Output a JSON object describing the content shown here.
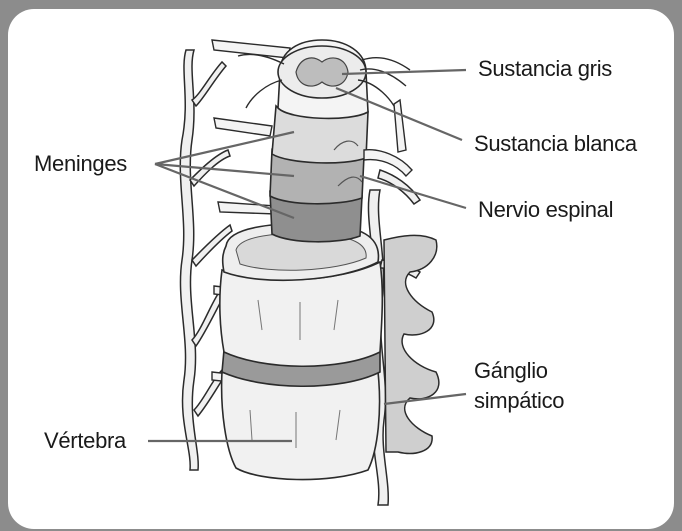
{
  "labels": {
    "sustancia_gris": "Sustancia gris",
    "sustancia_blanca": "Sustancia blanca",
    "meninges": "Meninges",
    "nervio_espinal": "Nervio espinal",
    "ganglio_line1": "Gánglio",
    "ganglio_line2": "simpático",
    "vertebra": "Vértebra"
  },
  "colors": {
    "frame": "#8c8c8c",
    "outline": "#2b2b2b",
    "leader": "#666666",
    "vertebra_fill": "#efefef",
    "meninges_dark": "#8f8f8f",
    "meninges_mid": "#b3b3b3",
    "meninges_light": "#d7d7d7"
  }
}
